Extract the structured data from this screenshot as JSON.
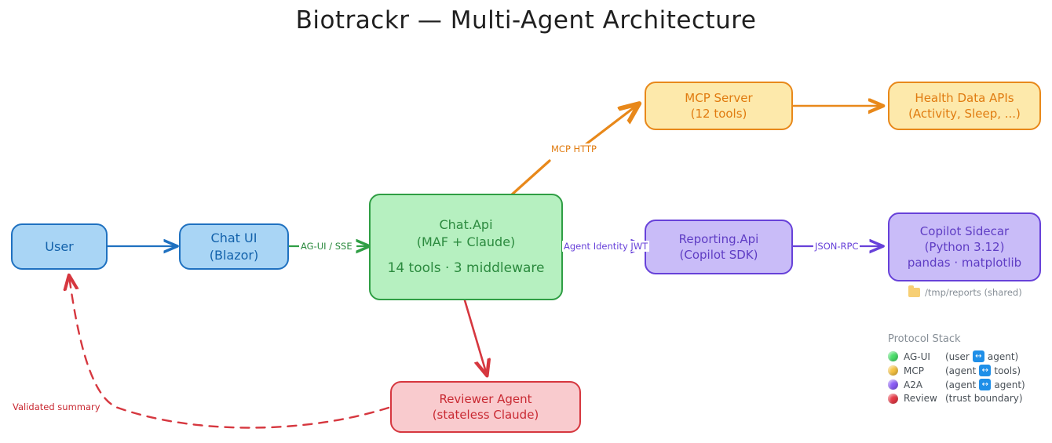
{
  "title": "Biotrackr — Multi-Agent Architecture",
  "nodes": {
    "user": {
      "line1": "User"
    },
    "chat_ui": {
      "line1": "Chat UI",
      "line2": "(Blazor)"
    },
    "chat_api": {
      "line1": "Chat.Api",
      "line2": "(MAF + Claude)",
      "line3": "14 tools · 3 middleware"
    },
    "mcp_server": {
      "line1": "MCP Server",
      "line2": "(12 tools)"
    },
    "health_apis": {
      "line1": "Health Data APIs",
      "line2": "(Activity, Sleep, ...)"
    },
    "reporting_api": {
      "line1": "Reporting.Api",
      "line2": "(Copilot SDK)"
    },
    "copilot_sidecar": {
      "line1": "Copilot Sidecar",
      "line2": "(Python 3.12)",
      "line3": "pandas · matplotlib"
    },
    "reviewer_agent": {
      "line1": "Reviewer Agent",
      "line2": "(stateless Claude)"
    }
  },
  "edge_labels": {
    "agui_sse": "AG-UI / SSE",
    "mcp_http": "MCP HTTP",
    "agent_identity": "Agent Identity JWT",
    "json_rpc": "JSON-RPC",
    "validated_summary": "Validated summary"
  },
  "shared_volume": {
    "icon": "folder-icon",
    "text": "/tmp/reports (shared)"
  },
  "legend": {
    "title": "Protocol Stack",
    "badge": "↔",
    "items": [
      {
        "color": "#4ade6a",
        "name": "AG-UI",
        "desc_left": "(user",
        "desc_right": "agent)"
      },
      {
        "color": "#f5c242",
        "name": "MCP",
        "desc_left": "(agent",
        "desc_right": "tools)"
      },
      {
        "color": "#8b5cf6",
        "name": "A2A",
        "desc_left": "(agent",
        "desc_right": "agent)"
      },
      {
        "color": "#e63946",
        "name": "Review",
        "desc_left": "(trust boundary)",
        "desc_right": ""
      }
    ]
  },
  "colors": {
    "blue_fill": "#a9d5f5",
    "blue_stroke": "#1f71c0",
    "green_fill": "#b6f0c0",
    "green_stroke": "#2f9e44",
    "orange_fill": "#fde9ab",
    "orange_stroke": "#e8881a",
    "purple_fill": "#c9bcf8",
    "purple_stroke": "#6741d9",
    "red_fill": "#f9cbce",
    "red_stroke": "#d6373f"
  }
}
